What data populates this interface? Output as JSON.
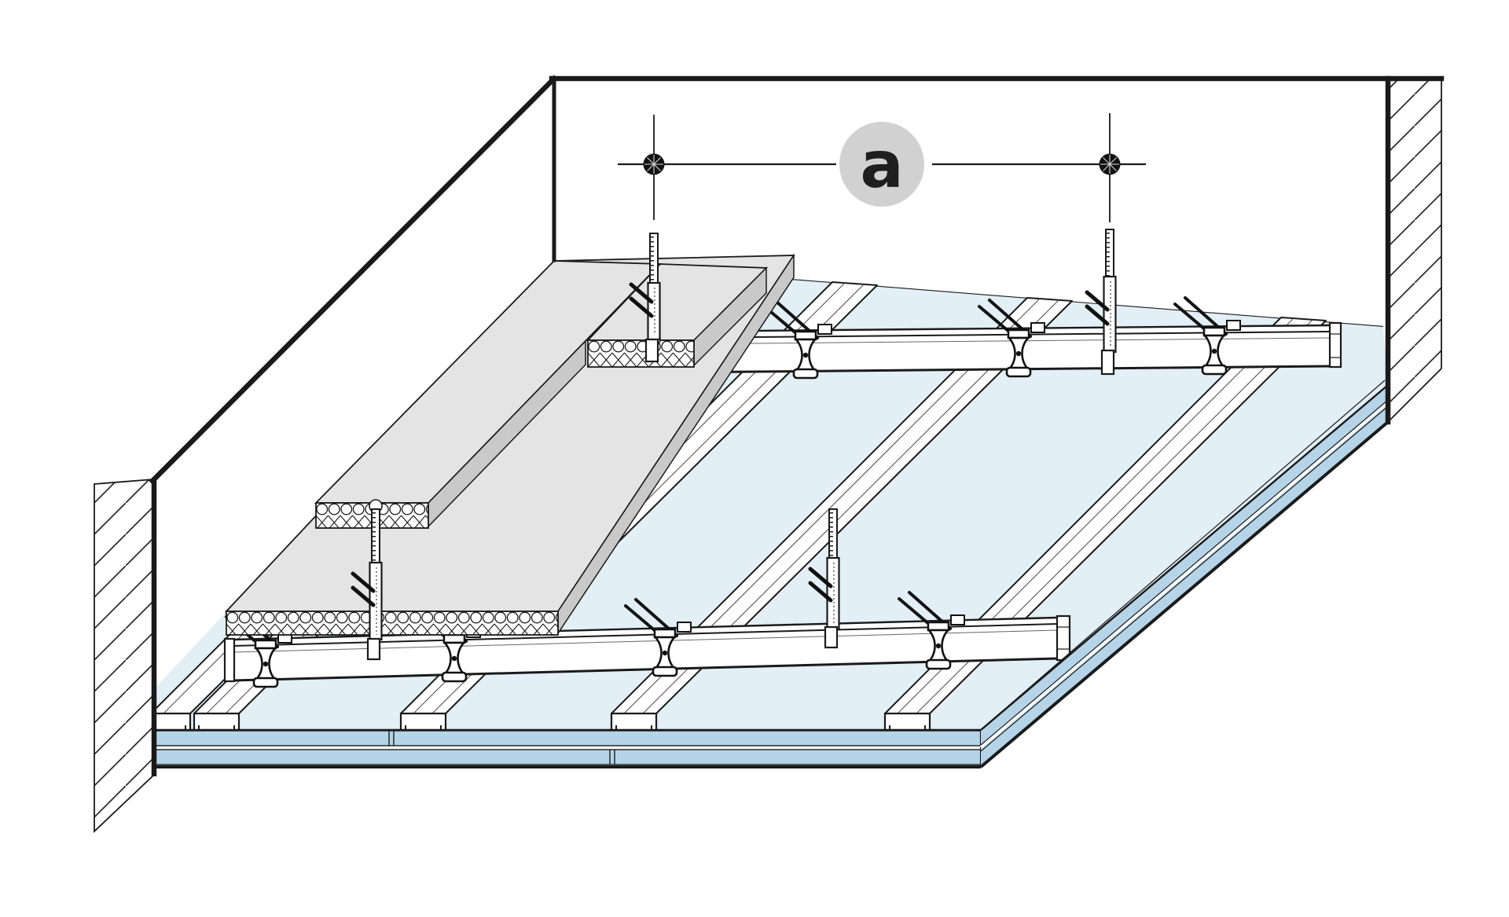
{
  "annotation": {
    "label": "a"
  },
  "diagram": {
    "type": "isometric-construction-detail",
    "subject": "suspended-ceiling-double-level-grid",
    "components": {
      "walls_hatched": 2,
      "main_runners": 2,
      "furring_channels": 5,
      "cross_connectors": 7,
      "nonius_hangers": 4,
      "insulation_boards": 3,
      "gypsum_board_layers": 2,
      "dimension_markers": 2
    }
  },
  "colors": {
    "line": "#1a1a1a",
    "board_top_surface": "#e2eff6",
    "board_edge_blue": "#b5d4e8",
    "insulation_top": "#e4e4e4",
    "insulation_side": "#c9c9c9",
    "label_circle": "#d1d1d1",
    "label_text": "#1f1f1f",
    "profile_fill": "#ffffff"
  }
}
